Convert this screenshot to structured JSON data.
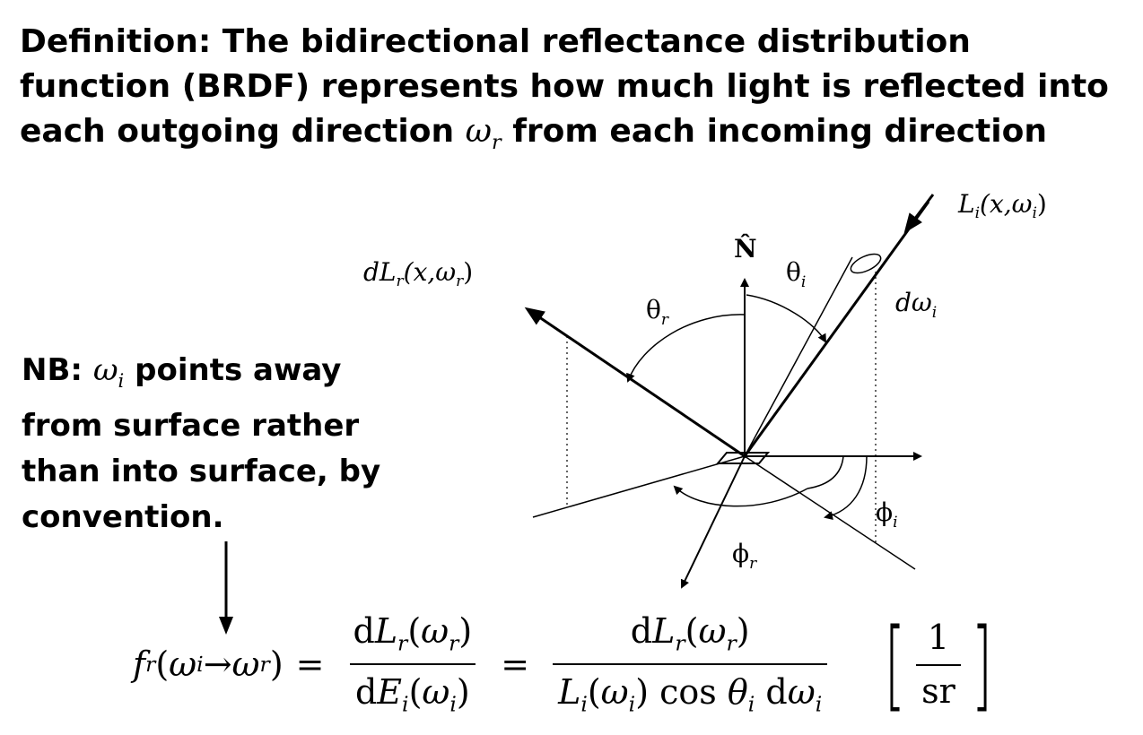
{
  "definition": {
    "text_before": "Definition: The bidirectional reflectance distribution function (BRDF) represents how much light is reflected into each outgoing direction ",
    "symbol_base": "ω",
    "symbol_sub": "r",
    "text_after": " from each incoming direction"
  },
  "note": {
    "prefix": "NB: ",
    "symbol_base": "ω",
    "symbol_sub": "i",
    "text": " points away from surface rather than into surface, by convention."
  },
  "diagram": {
    "normal_label": "N̂",
    "incident_radiance_label": "L",
    "incident_radiance_sub": "i",
    "incident_radiance_args": "(x,ω",
    "reflected_radiance_label": "dL",
    "reflected_radiance_sub": "r",
    "reflected_radiance_args": "(x,ω",
    "theta_i": "θ",
    "theta_r": "θ",
    "phi_i": "ϕ",
    "phi_r": "ϕ",
    "solid_angle": "dω",
    "sub_i": "i",
    "sub_r": "r",
    "close_paren": ")"
  },
  "formula": {
    "f": "f",
    "r": "r",
    "i": "i",
    "omega": "ω",
    "arrow": " → ",
    "open": "(",
    "close": ")",
    "equals": "=",
    "d": "d",
    "L": "L",
    "E": "E",
    "cos": " cos ",
    "theta": "θ",
    "unit_num": "1",
    "unit_den": "sr"
  }
}
